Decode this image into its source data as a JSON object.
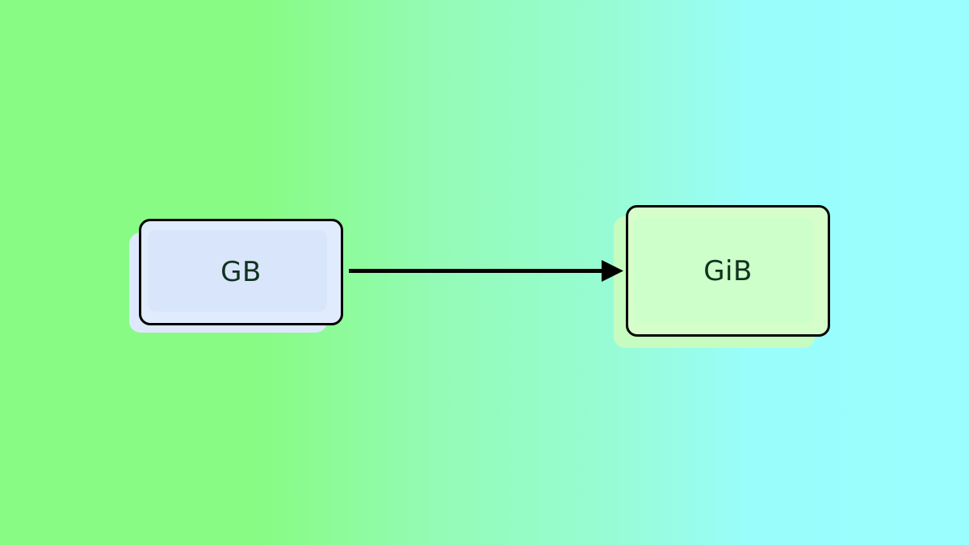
{
  "diagram": {
    "background_colors": [
      "#88fb84",
      "#9afefe"
    ],
    "nodes": [
      {
        "id": "gb",
        "label": "GB",
        "fill": "#e0ebfd",
        "inner_fill": "#d8e5fb",
        "shadow": "#dee8ff"
      },
      {
        "id": "gib",
        "label": "GiB",
        "fill": "#d6fecb",
        "inner_fill": "#ccffc9",
        "shadow": "#c6fcbf"
      }
    ],
    "edges": [
      {
        "from": "gb",
        "to": "gib",
        "color": "#000000"
      }
    ]
  }
}
